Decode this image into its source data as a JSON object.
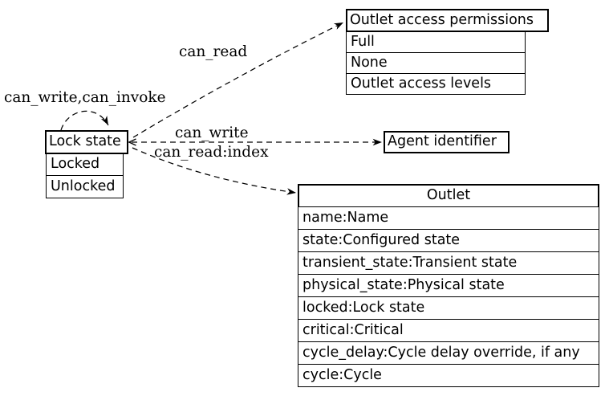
{
  "diagram": {
    "background": "#ffffff",
    "line_color": "#000000",
    "nodes": {
      "lock_state": {
        "title": "Lock state",
        "rows": [
          "Locked",
          "Unlocked"
        ]
      },
      "outlet_access_permissions": {
        "title": "Outlet access permissions",
        "rows": [
          "Full",
          "None",
          "Outlet access levels"
        ]
      },
      "agent_identifier": {
        "title": "Agent identifier"
      },
      "outlet": {
        "title": "Outlet",
        "rows": [
          "name:Name",
          "state:Configured state",
          "transient_state:Transient state",
          "physical_state:Physical state",
          "locked:Lock state",
          "critical:Critical",
          "cycle_delay:Cycle delay override, if any",
          "cycle:Cycle"
        ]
      }
    },
    "edges": {
      "self_loop_label": "can_write,can_invoke",
      "permissions_label": "can_read",
      "agent_label": "can_write",
      "outlet_label": "can_read:index"
    }
  }
}
